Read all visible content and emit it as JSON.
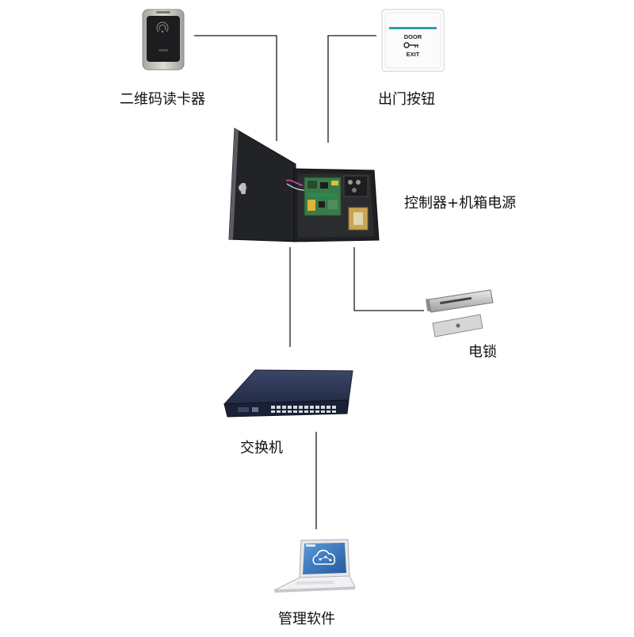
{
  "diagram": {
    "nodes": {
      "reader": {
        "label": "二维码读卡器",
        "icon": "qr-card-reader-icon"
      },
      "exit_button": {
        "label": "出门按钮",
        "icon": "exit-button-icon",
        "plate_top": "DOOR",
        "plate_bottom": "EXIT"
      },
      "controller": {
        "label": "控制器+机箱电源",
        "icon": "controller-power-box-icon"
      },
      "lock": {
        "label": "电锁",
        "icon": "magnetic-lock-icon"
      },
      "switch": {
        "label": "交换机",
        "icon": "network-switch-icon"
      },
      "software": {
        "label": "管理软件",
        "icon": "laptop-software-icon"
      }
    },
    "colors": {
      "line": "#1a1a1a",
      "reader_body": "#c9c7c2",
      "reader_face": "#1c1d1f",
      "exit_plate": "#ffffff",
      "exit_stripe": "#2f9fb0",
      "cabinet": "#1f2023",
      "board": "#3a7a48",
      "switch_body": "#28324f",
      "laptop_screen": "#2f6fb5"
    }
  }
}
